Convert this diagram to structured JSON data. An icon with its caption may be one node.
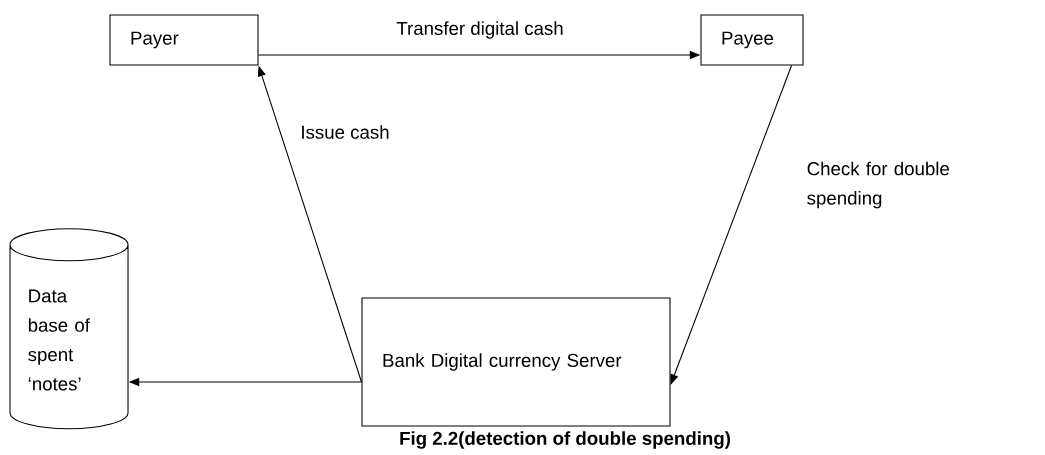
{
  "diagram": {
    "caption": "Fig 2.2(detection of double spending)",
    "nodes": [
      {
        "text": [
          "Payer"
        ]
      },
      {
        "text": [
          "Payee"
        ]
      },
      {
        "text": [
          "Data base of spent ‘notes’"
        ]
      },
      {
        "text": [
          "Bank Digital currency Server"
        ]
      }
    ],
    "edges": [
      {
        "from": 0,
        "to": 1,
        "arrow": "to",
        "label": "Transfer digital cash"
      },
      {
        "from": 3,
        "to": 0,
        "arrow": "to",
        "label": "Issue cash"
      },
      {
        "from": 1,
        "to": 3,
        "arrow": "to",
        "label": "Check for double spending"
      },
      {
        "from": 3,
        "to": 2,
        "arrow": "to"
      }
    ]
  }
}
